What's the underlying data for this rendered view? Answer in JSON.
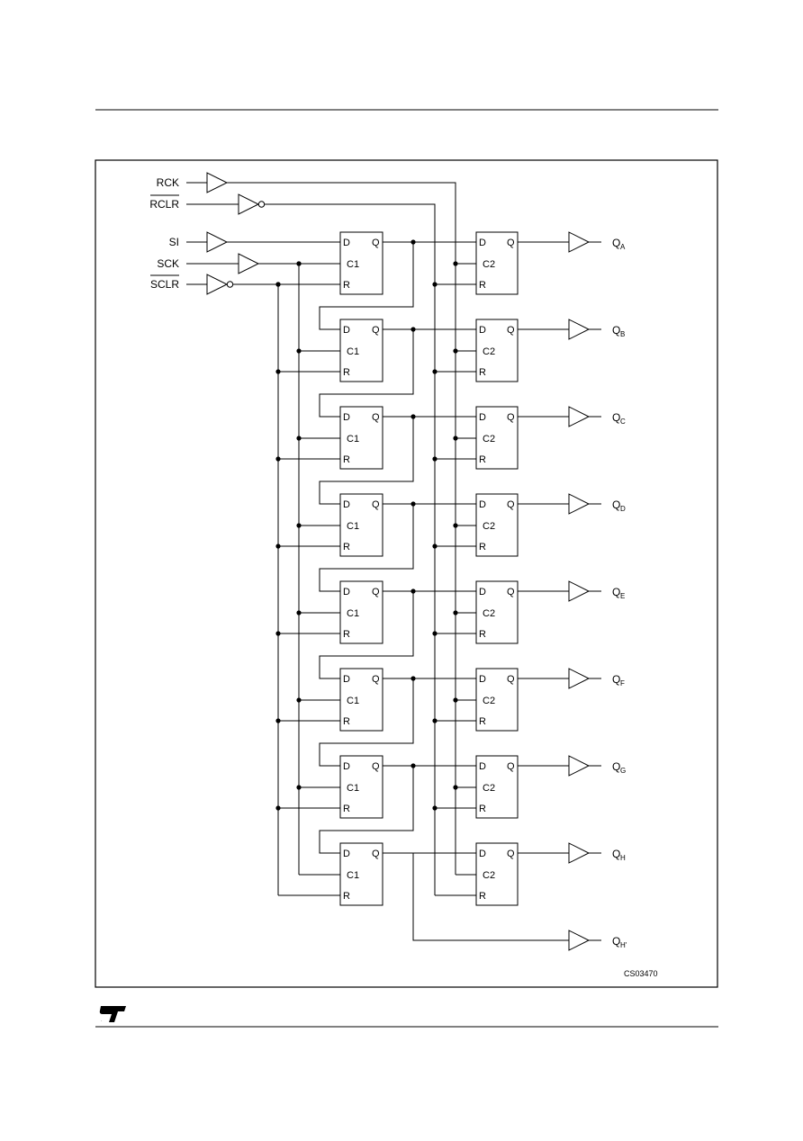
{
  "diagram": {
    "inputs": [
      {
        "label": "RCK",
        "overline": false,
        "inverted": false
      },
      {
        "label": "RCLR",
        "overline": true,
        "inverted": true
      },
      {
        "label": "SI",
        "overline": false,
        "inverted": false
      },
      {
        "label": "SCK",
        "overline": false,
        "inverted": false
      },
      {
        "label": "SCLR",
        "overline": true,
        "inverted": true
      }
    ],
    "shift_register_cell": {
      "d": "D",
      "q": "Q",
      "clock": "C1",
      "reset": "R"
    },
    "storage_register_cell": {
      "d": "D",
      "q": "Q",
      "clock": "C2",
      "reset": "R"
    },
    "outputs": [
      {
        "main": "Q",
        "sub": "A"
      },
      {
        "main": "Q",
        "sub": "B"
      },
      {
        "main": "Q",
        "sub": "C"
      },
      {
        "main": "Q",
        "sub": "D"
      },
      {
        "main": "Q",
        "sub": "E"
      },
      {
        "main": "Q",
        "sub": "F"
      },
      {
        "main": "Q",
        "sub": "G"
      },
      {
        "main": "Q",
        "sub": "H"
      },
      {
        "main": "Q",
        "sub": "H'"
      }
    ],
    "figure_code": "CS03470",
    "logo": "ST"
  }
}
